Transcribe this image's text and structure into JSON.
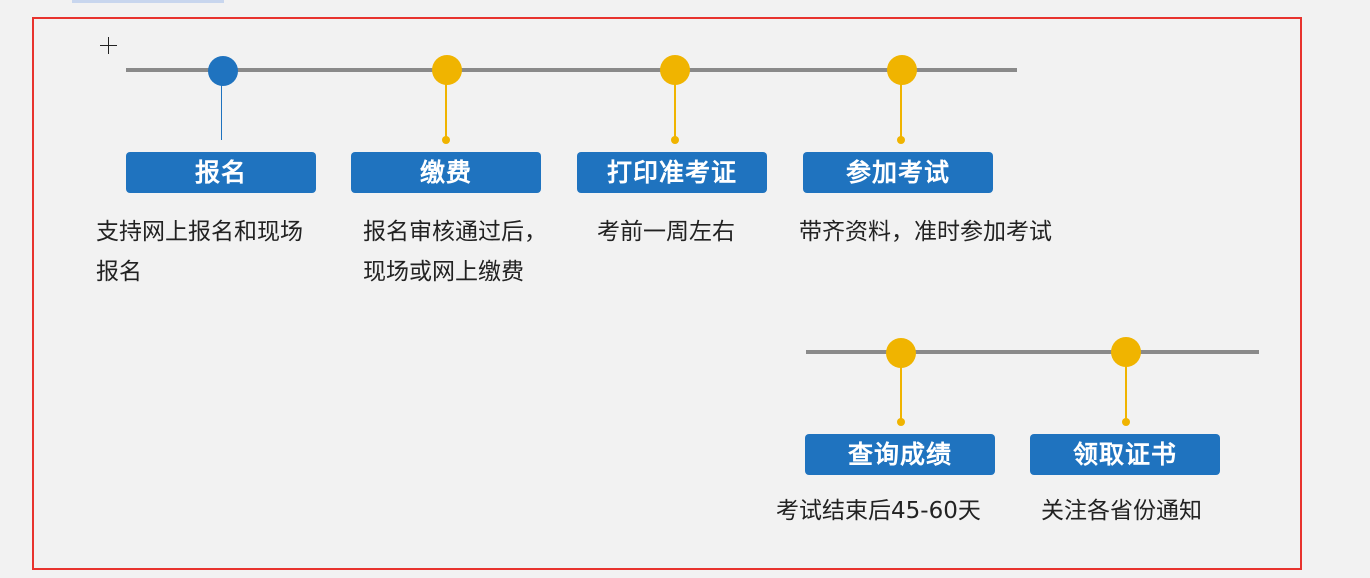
{
  "colors": {
    "frame": "#e8332e",
    "track": "#8a8a8a",
    "label_bg": "#1f73bf",
    "dot_blue": "#1f73bf",
    "dot_yellow": "#f0b400"
  },
  "steps": [
    {
      "title": "报名",
      "desc_lines": [
        "支持网上报名和现场",
        "报名"
      ],
      "dot_color": "blue"
    },
    {
      "title": "缴费",
      "desc_lines": [
        "报名审核通过后，",
        "现场或网上缴费"
      ],
      "dot_color": "yellow"
    },
    {
      "title": "打印准考证",
      "desc_lines": [
        "考前一周左右"
      ],
      "dot_color": "yellow"
    },
    {
      "title": "参加考试",
      "desc_lines": [
        "带齐资料，准时参加考试"
      ],
      "dot_color": "yellow"
    },
    {
      "title": "查询成绩",
      "desc_lines": [
        "考试结束后45-60天"
      ],
      "dot_color": "yellow"
    },
    {
      "title": "领取证书",
      "desc_lines": [
        "关注各省份通知"
      ],
      "dot_color": "yellow"
    }
  ]
}
